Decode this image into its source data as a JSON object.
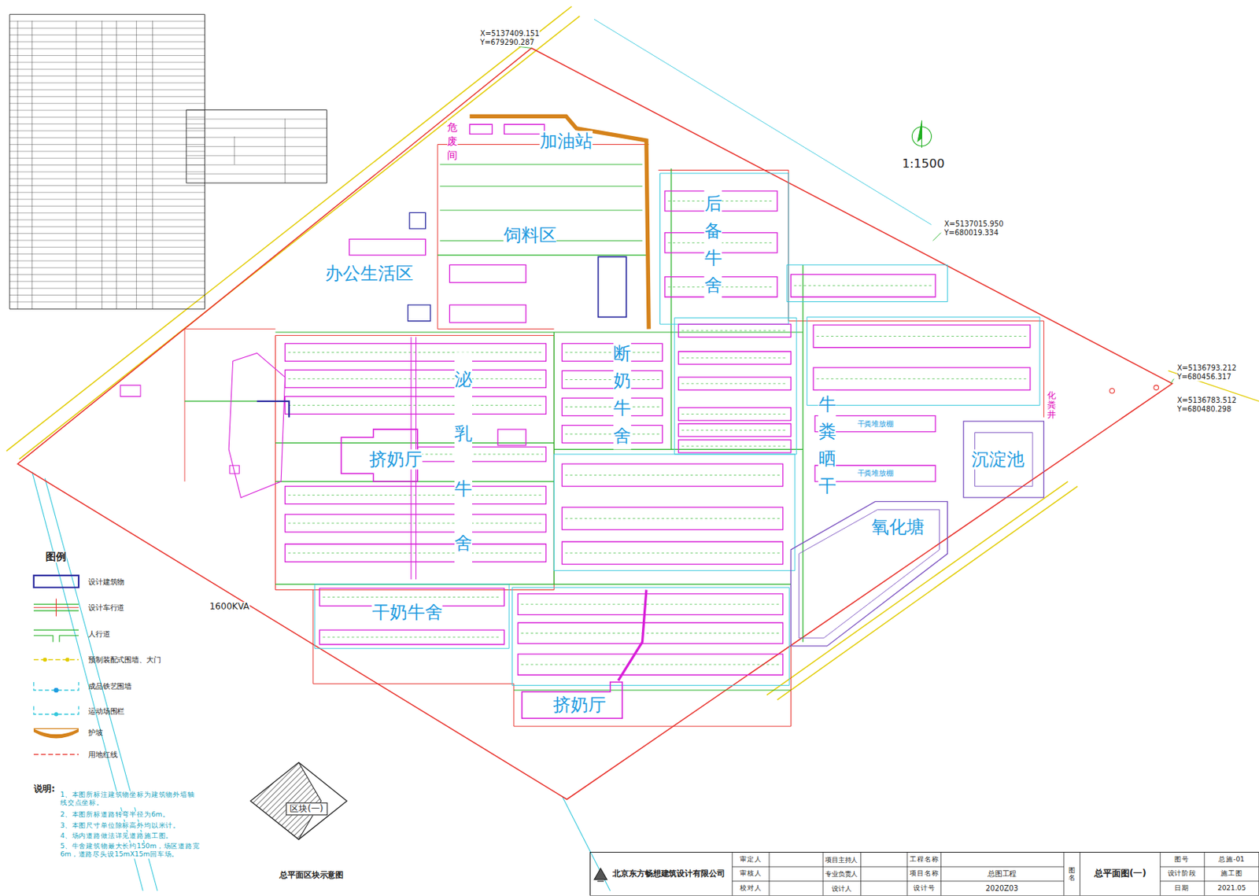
{
  "diagram": {
    "nodes": [
      {
        "text": [
          "加油站"
        ]
      },
      {
        "text": [
          "危废间"
        ]
      },
      {
        "text": [
          "饲料区"
        ]
      },
      {
        "text": [
          "办公生活区"
        ]
      },
      {
        "text": [
          "后备牛舍"
        ]
      },
      {
        "text": [
          "断奶牛舍"
        ]
      },
      {
        "text": [
          "泌乳牛舍"
        ]
      },
      {
        "text": [
          "挤奶厅"
        ]
      },
      {
        "text": [
          "沉淀池"
        ]
      },
      {
        "text": [
          "化粪井"
        ]
      },
      {
        "text": [
          "牛粪晒干"
        ]
      },
      {
        "text": [
          "氧化塘"
        ]
      },
      {
        "text": [
          "干奶牛舍"
        ]
      },
      {
        "text": [
          "挤奶厅"
        ]
      },
      {
        "text": [
          "区块(一)"
        ]
      }
    ],
    "labels": [
      "X=5137409.151",
      "Y=679290.287",
      "X=5137015.950",
      "Y=680019.334",
      "X=5136793.212",
      "Y=680456.317",
      "X=5136783.512",
      "Y=680480.298",
      "1:1500",
      "1600KVA",
      "干粪堆放棚",
      "干粪堆放棚",
      "图例",
      "说明:",
      "1、本图所标注建筑物坐标为建筑物外墙轴线交点坐标。",
      "2、本图所标道路转弯半径为6m。",
      "3、本图尺寸单位除标高外均以米计。",
      "4、场内道路做法详见道路施工图。",
      "5、牛舍建筑物最大长约150m，场区道路宽6m，道路尽头设15mX15m回车场。",
      "总平面区块示意图",
      "北京东方畅想建筑设计有限公司",
      "审定人",
      "审核人",
      "校对人",
      "项目主持人",
      "专业负责人",
      "设计人",
      "工程名称",
      "项目名称",
      "设计号",
      "总图工程",
      "2020Z03",
      "图名",
      "总平面图(一)",
      "图号",
      "设计阶段",
      "日期",
      "总施-01",
      "施工图",
      "2021.05"
    ],
    "legend": [
      {
        "text": "设计建筑物"
      },
      {
        "text": "设计车行道"
      },
      {
        "text": "人行道"
      },
      {
        "text": "预制装配式围墙、大门"
      },
      {
        "text": "成品铁艺围墙"
      },
      {
        "text": "运动场围栏"
      },
      {
        "text": "护坡"
      },
      {
        "text": "用地红线"
      }
    ]
  }
}
